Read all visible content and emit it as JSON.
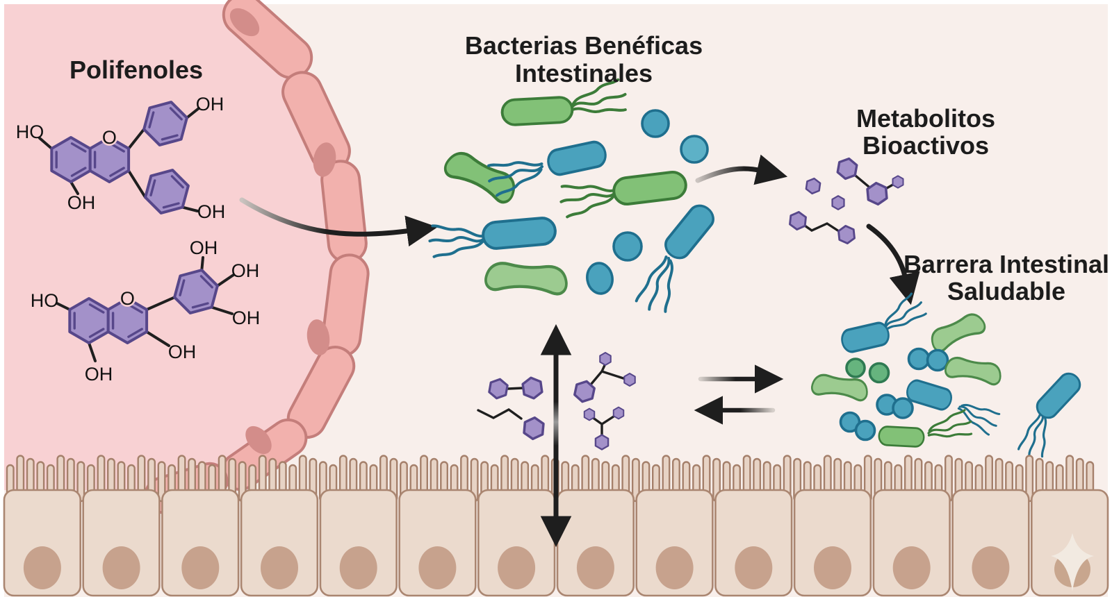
{
  "labels": {
    "polyphenols": "Polifenoles",
    "beneficial_bacteria_line1": "Bacterias Benéficas",
    "beneficial_bacteria_line2": "Intestinales",
    "bioactive_metabolites_line1": "Metabolitos",
    "bioactive_metabolites_line2": "Bioactivos",
    "healthy_barrier_line1": "Barrera Intestinal",
    "healthy_barrier_line2": "Saludable"
  },
  "chemistry": {
    "hydroxyl": "OH",
    "hydroxyl_left": "HO",
    "ring_oxygen": "O"
  },
  "icons": {
    "watermark": "sparkle-leaf-icon"
  },
  "epithelium": {
    "cell_count": 14,
    "microvilli_count": 108
  },
  "colors": {
    "background": "#f8efeb",
    "frame": "#ffffff",
    "lumen": "#f8d1d3",
    "pink_cell_fill": "#f2b1ad",
    "pink_cell_stroke": "#c47e7b",
    "pink_cell_nucleus": "#d38d8a",
    "epithelial_cell_fill": "#ebdacd",
    "epithelial_cell_stroke": "#aa8671",
    "epithelial_nucleus": "#c7a28d",
    "microvilli_fill": "#e7d3c5",
    "microvilli_stroke": "#a5806b",
    "bacteria_green_fill": "#82c177",
    "bacteria_green_stroke": "#3c7c39",
    "bacteria_green_light_fill": "#9ccb90",
    "bacteria_green_light_stroke": "#4c8a4a",
    "bacteria_teal_green_fill": "#66b47e",
    "bacteria_teal_green_stroke": "#2f7a52",
    "bacteria_blue_fill": "#4aa2bd",
    "bacteria_blue_stroke": "#1f6f8e",
    "bacteria_blue_light_fill": "#5db1c7",
    "molecule_fill": "#a391c9",
    "molecule_stroke": "#57478a",
    "bond": "#1f1f1f",
    "arrow": "#1e1e1e",
    "text": "#1c1c1c",
    "watermark_cream": "#f2eae1",
    "watermark_tan": "#c8a68e"
  }
}
